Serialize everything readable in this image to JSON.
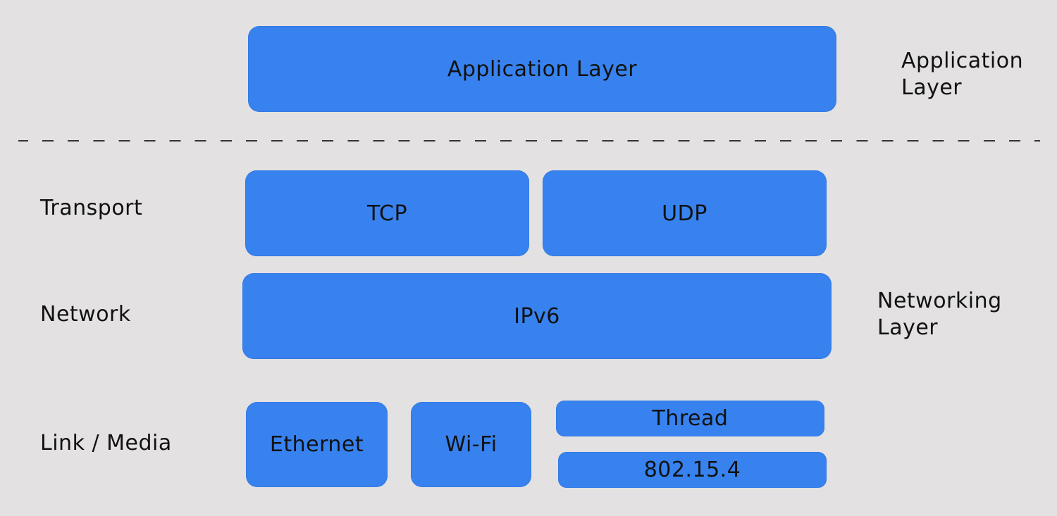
{
  "boxes": {
    "application": "Application Layer",
    "tcp": "TCP",
    "udp": "UDP",
    "ipv6": "IPv6",
    "ethernet": "Ethernet",
    "wifi": "Wi-Fi",
    "thread": "Thread",
    "ieee": "802.15.4"
  },
  "left_labels": {
    "transport": "Transport",
    "network": "Network",
    "link_media": "Link / Media"
  },
  "right_labels": {
    "application_line1": "Application",
    "application_line2": "Layer",
    "networking_line1": "Networking",
    "networking_line2": "Layer"
  },
  "colors": {
    "background": "#e3e1e2",
    "box_fill": "#3782ee",
    "text": "#111111"
  }
}
